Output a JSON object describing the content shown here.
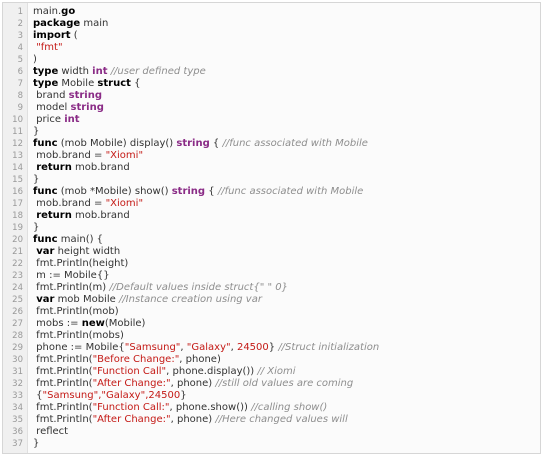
{
  "editor": {
    "lines": [
      {
        "n": "1",
        "tokens": [
          [
            "p",
            "main."
          ],
          [
            "kw",
            "go"
          ]
        ]
      },
      {
        "n": "2",
        "tokens": [
          [
            "kw",
            "package"
          ],
          [
            "p",
            " main"
          ]
        ]
      },
      {
        "n": "3",
        "tokens": [
          [
            "kw",
            "import"
          ],
          [
            "p",
            " ("
          ]
        ]
      },
      {
        "n": "4",
        "tokens": [
          [
            "p",
            " "
          ],
          [
            "str",
            "\"fmt\""
          ]
        ]
      },
      {
        "n": "5",
        "tokens": [
          [
            "p",
            ")"
          ]
        ]
      },
      {
        "n": "6",
        "tokens": [
          [
            "kw",
            "type"
          ],
          [
            "p",
            " width "
          ],
          [
            "ty",
            "int"
          ],
          [
            "p",
            " "
          ],
          [
            "cm",
            "//user defined type"
          ]
        ]
      },
      {
        "n": "7",
        "tokens": [
          [
            "kw",
            "type"
          ],
          [
            "p",
            " Mobile "
          ],
          [
            "kw",
            "struct"
          ],
          [
            "p",
            " {"
          ]
        ]
      },
      {
        "n": "8",
        "tokens": [
          [
            "p",
            " brand "
          ],
          [
            "ty",
            "string"
          ]
        ]
      },
      {
        "n": "9",
        "tokens": [
          [
            "p",
            " model "
          ],
          [
            "ty",
            "string"
          ]
        ]
      },
      {
        "n": "10",
        "tokens": [
          [
            "p",
            " price "
          ],
          [
            "ty",
            "int"
          ]
        ]
      },
      {
        "n": "11",
        "tokens": [
          [
            "p",
            "}"
          ]
        ]
      },
      {
        "n": "12",
        "tokens": [
          [
            "kw",
            "func"
          ],
          [
            "p",
            " (mob Mobile) display() "
          ],
          [
            "ty",
            "string"
          ],
          [
            "p",
            " { "
          ],
          [
            "cm",
            "//func associated with Mobile"
          ]
        ]
      },
      {
        "n": "13",
        "tokens": [
          [
            "p",
            " mob.brand = "
          ],
          [
            "str",
            "\"Xiomi\""
          ]
        ]
      },
      {
        "n": "14",
        "tokens": [
          [
            "p",
            " "
          ],
          [
            "kw",
            "return"
          ],
          [
            "p",
            " mob.brand"
          ]
        ]
      },
      {
        "n": "15",
        "tokens": [
          [
            "p",
            "}"
          ]
        ]
      },
      {
        "n": "16",
        "tokens": [
          [
            "kw",
            "func"
          ],
          [
            "p",
            " (mob *Mobile) show() "
          ],
          [
            "ty",
            "string"
          ],
          [
            "p",
            " { "
          ],
          [
            "cm",
            "//func associated with Mobile"
          ]
        ]
      },
      {
        "n": "17",
        "tokens": [
          [
            "p",
            " mob.brand = "
          ],
          [
            "str",
            "\"Xiomi\""
          ]
        ]
      },
      {
        "n": "18",
        "tokens": [
          [
            "p",
            " "
          ],
          [
            "kw",
            "return"
          ],
          [
            "p",
            " mob.brand"
          ]
        ]
      },
      {
        "n": "19",
        "tokens": [
          [
            "p",
            "}"
          ]
        ]
      },
      {
        "n": "20",
        "tokens": [
          [
            "kw",
            "func"
          ],
          [
            "p",
            " main() {"
          ]
        ]
      },
      {
        "n": "21",
        "tokens": [
          [
            "p",
            " "
          ],
          [
            "kw",
            "var"
          ],
          [
            "p",
            " height width"
          ]
        ]
      },
      {
        "n": "22",
        "tokens": [
          [
            "p",
            " fmt.Println(height)"
          ]
        ]
      },
      {
        "n": "23",
        "tokens": [
          [
            "p",
            " m := Mobile{}"
          ]
        ]
      },
      {
        "n": "24",
        "tokens": [
          [
            "p",
            " fmt.Println(m) "
          ],
          [
            "cm",
            "//Default values inside struct{\" \" 0}"
          ]
        ]
      },
      {
        "n": "25",
        "tokens": [
          [
            "p",
            " "
          ],
          [
            "kw",
            "var"
          ],
          [
            "p",
            " mob Mobile "
          ],
          [
            "cm",
            "//Instance creation using var"
          ]
        ]
      },
      {
        "n": "26",
        "tokens": [
          [
            "p",
            " fmt.Println(mob)"
          ]
        ]
      },
      {
        "n": "27",
        "tokens": [
          [
            "p",
            " mobs := "
          ],
          [
            "kw",
            "new"
          ],
          [
            "p",
            "(Mobile)"
          ]
        ]
      },
      {
        "n": "28",
        "tokens": [
          [
            "p",
            " fmt.Println(mobs)"
          ]
        ]
      },
      {
        "n": "29",
        "tokens": [
          [
            "p",
            " phone := Mobile{"
          ],
          [
            "str",
            "\"Samsung\""
          ],
          [
            "p",
            ", "
          ],
          [
            "str",
            "\"Galaxy\""
          ],
          [
            "p",
            ", "
          ],
          [
            "str",
            "24500"
          ],
          [
            "p",
            "} "
          ],
          [
            "cm",
            "//Struct initialization"
          ]
        ]
      },
      {
        "n": "30",
        "tokens": [
          [
            "p",
            " fmt.Println("
          ],
          [
            "str",
            "\"Before Change:\""
          ],
          [
            "p",
            ", phone)"
          ]
        ]
      },
      {
        "n": "31",
        "tokens": [
          [
            "p",
            " fmt.Println("
          ],
          [
            "str",
            "\"Function Call\""
          ],
          [
            "p",
            ", phone.display()) "
          ],
          [
            "cm",
            "// Xiomi"
          ]
        ]
      },
      {
        "n": "32",
        "tokens": [
          [
            "p",
            " fmt.Println("
          ],
          [
            "str",
            "\"After Change:\""
          ],
          [
            "p",
            ", phone) "
          ],
          [
            "cm",
            "//still old values are coming"
          ]
        ]
      },
      {
        "n": "33",
        "tokens": [
          [
            "p",
            " {"
          ],
          [
            "str",
            "\"Samsung\",\"Galaxy\",24500"
          ],
          [
            "p",
            "}"
          ]
        ]
      },
      {
        "n": "34",
        "tokens": [
          [
            "p",
            " fmt.Println("
          ],
          [
            "str",
            "\"Function Call:\""
          ],
          [
            "p",
            ", phone.show()) "
          ],
          [
            "cm",
            "//calling show()"
          ]
        ]
      },
      {
        "n": "35",
        "tokens": [
          [
            "p",
            " fmt.Println("
          ],
          [
            "str",
            "\"After Change:\""
          ],
          [
            "p",
            ", phone) "
          ],
          [
            "cm",
            "//Here changed values will"
          ]
        ]
      },
      {
        "n": "36",
        "tokens": [
          [
            "p",
            " reflect"
          ]
        ]
      },
      {
        "n": "37",
        "tokens": [
          [
            "p",
            "}"
          ]
        ]
      }
    ]
  }
}
